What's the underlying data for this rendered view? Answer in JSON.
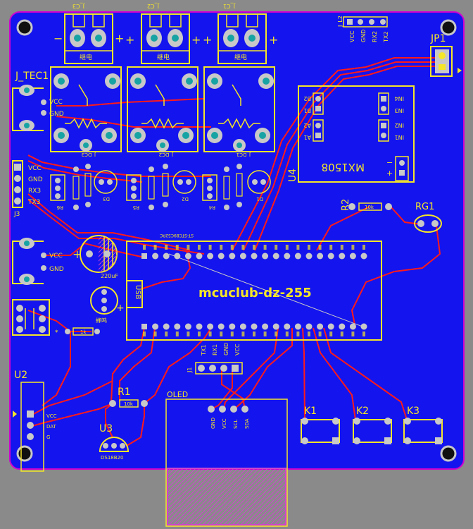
{
  "colors": {
    "background": "#8a8a8a",
    "board": "#1414ee",
    "board_edge": "#d000d0",
    "trace": "#ff1a1a",
    "silk": "#f5e628",
    "pad": "#c8c8c8",
    "pad_hole": "#17a3a3",
    "keepout": "#cc44cc"
  },
  "labels": {
    "j_tec1": "J_TEC1",
    "vcc_top": "VCC",
    "gnd_top": "GND",
    "vcc_mid": "VCC",
    "gnd_mid": "GND",
    "header_left": [
      "VCC",
      "GND",
      "RX3",
      "TX3"
    ],
    "header_left_name": "J3",
    "header_top": [
      "VCC",
      "GND",
      "RX2",
      "TX2"
    ],
    "header_top_name": "J_L2",
    "header_bottom": [
      "TX1",
      "RX1",
      "GND",
      "VCC"
    ],
    "header_bottom_name": "J1",
    "jp1": "JP1",
    "r2": "R2",
    "r2_value": "10k",
    "rg1": "RG1",
    "u4": "U4",
    "u4_chip": "MX1508",
    "u4_pins": [
      "B2",
      "B1",
      "A2",
      "A1",
      "IN4",
      "IN3",
      "IN2",
      "IN1"
    ],
    "u4_minus": "−",
    "u4_plus": "+",
    "mcu": "mcuclub-dz-255",
    "usb": "USB",
    "cap": "220uF",
    "cap_plus": "+",
    "buzzer": "蜂鸣",
    "buzzer_plus": "+",
    "r_small": "1k",
    "u2": "U2",
    "u2_pins": [
      "VCC",
      "DAT",
      "G"
    ],
    "r1": "R1",
    "r1_value": "10k",
    "u3": "U3",
    "u3_part": "DS18B20",
    "oled": "OLED",
    "oled_pins": [
      "GND",
      "VCC",
      "SCL",
      "SDA"
    ],
    "keys": [
      "K1",
      "K2",
      "K3"
    ],
    "relay_tags": [
      "J_DC3",
      "J_DC2",
      "J_DC1"
    ],
    "screw_tags": [
      "J_C3",
      "J_C2",
      "J_C1"
    ],
    "screw_caption": "继电",
    "plus": "+",
    "minus": "−",
    "mcu_top_caption": "ST-STC89C52RC",
    "led_tags": [
      "D3",
      "D2",
      "D1"
    ],
    "res_tags": [
      "R6",
      "R5",
      "R4"
    ]
  }
}
